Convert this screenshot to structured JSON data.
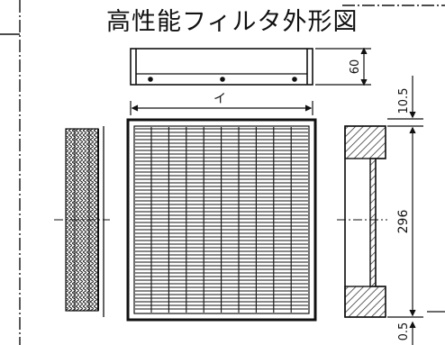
{
  "title": "高性能フィルタ外形図",
  "dimensions": {
    "depth": "60",
    "width": "イ",
    "top_offset": "10.5",
    "height": "296",
    "bottom_offset": "0.5"
  }
}
